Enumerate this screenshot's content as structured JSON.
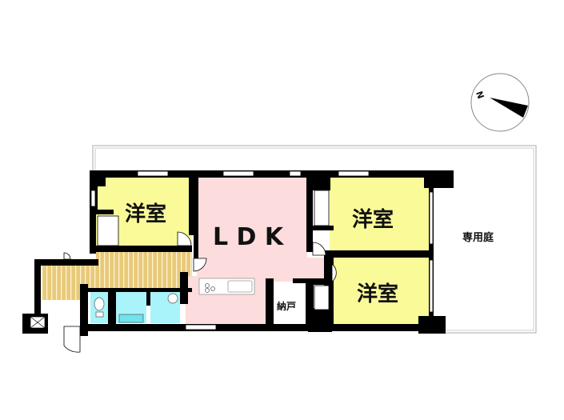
{
  "rooms": {
    "western_room_1": "洋室",
    "ldk": "L D K",
    "western_room_2": "洋室",
    "western_room_3": "洋室",
    "storage": "納戸",
    "private_garden": "専用庭"
  },
  "compass": {
    "label": "N",
    "icon": "north-arrow-icon"
  },
  "colors": {
    "western_room": "#fafa99",
    "ldk": "#fcdcdc",
    "hallway": "#e8c97a",
    "wet_area": "#a8f4fa",
    "wall": "#000000"
  }
}
